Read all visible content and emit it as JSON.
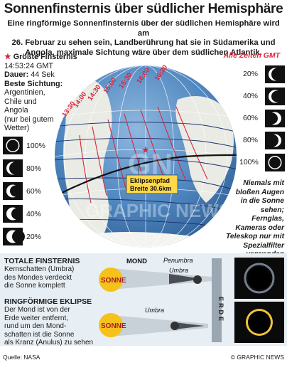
{
  "title": "Sonnenfinsternis über südlicher Hemisphäre",
  "subtitle_lines": [
    "Eine ringförmige Sonnenfinsternis über der südlichen Hemisphäre wird am",
    "26. Februar zu sehen sein, Landberührung hat sie in Südamerika und",
    "Angola, maximale Sichtung wäre über dem südlichen Atlantik."
  ],
  "info": {
    "greatest_label": "Größte Finsternis",
    "greatest_time": "14:53:24 GMT",
    "duration_label": "Dauer:",
    "duration_value": "44 Sek",
    "best_label": "Beste Sichtung:",
    "best_lines": [
      "Argentinien,",
      "Chile und",
      "Angola",
      "(nur bei gutem",
      "Wetter)"
    ]
  },
  "all_times": "Alle Zeiten GMT",
  "time_labels": [
    "13:30",
    "14:00",
    "14:30",
    "15:00",
    "15:30",
    "16:00",
    "16:30"
  ],
  "path_label_lines": [
    "Eklipsenpfad",
    "Breite 30.6km"
  ],
  "watermark": "GRAPHIC NEWS",
  "right_percentages": [
    "20%",
    "40%",
    "60%",
    "80%",
    "100%"
  ],
  "left_percentages": [
    "100%",
    "80%",
    "60%",
    "40%",
    "20%"
  ],
  "right_note_lines": [
    "Niemals mit",
    "bloßen Augen",
    "in die Sonne",
    "sehen;",
    "Fernglas,",
    "Kameras oder",
    "Teleskop nur mit",
    "Spezialfilter verwenden"
  ],
  "total": {
    "heading": "TOTALE FINSTERNIS",
    "lines": [
      "Kernschatten (Umbra)",
      "des Mondes verdeckt",
      "die Sonne komplett"
    ]
  },
  "annular": {
    "heading": "RINGFÖRMIGE EKLIPSE",
    "lines": [
      "Der Mond ist von der",
      "Erde weiter entfernt,",
      "rund um den Mond-",
      "schatten ist die Sonne",
      "als Kranz (Anulus) zu sehen"
    ]
  },
  "diagram_labels": {
    "sun": "SONNE",
    "moon": "MOND",
    "penumbra": "Penumbra",
    "umbra": "Umbra",
    "umbra2": "Umbra",
    "earth": "ERDE"
  },
  "source": "Quelle: NASA",
  "credit": "© GRAPHIC NEWS",
  "colors": {
    "accent_red": "#d8263f",
    "ocean": "#5b8fc4",
    "land": "#e9ebe4",
    "path_fill": "#ffd84a",
    "panel_bg": "#e7eef4"
  }
}
